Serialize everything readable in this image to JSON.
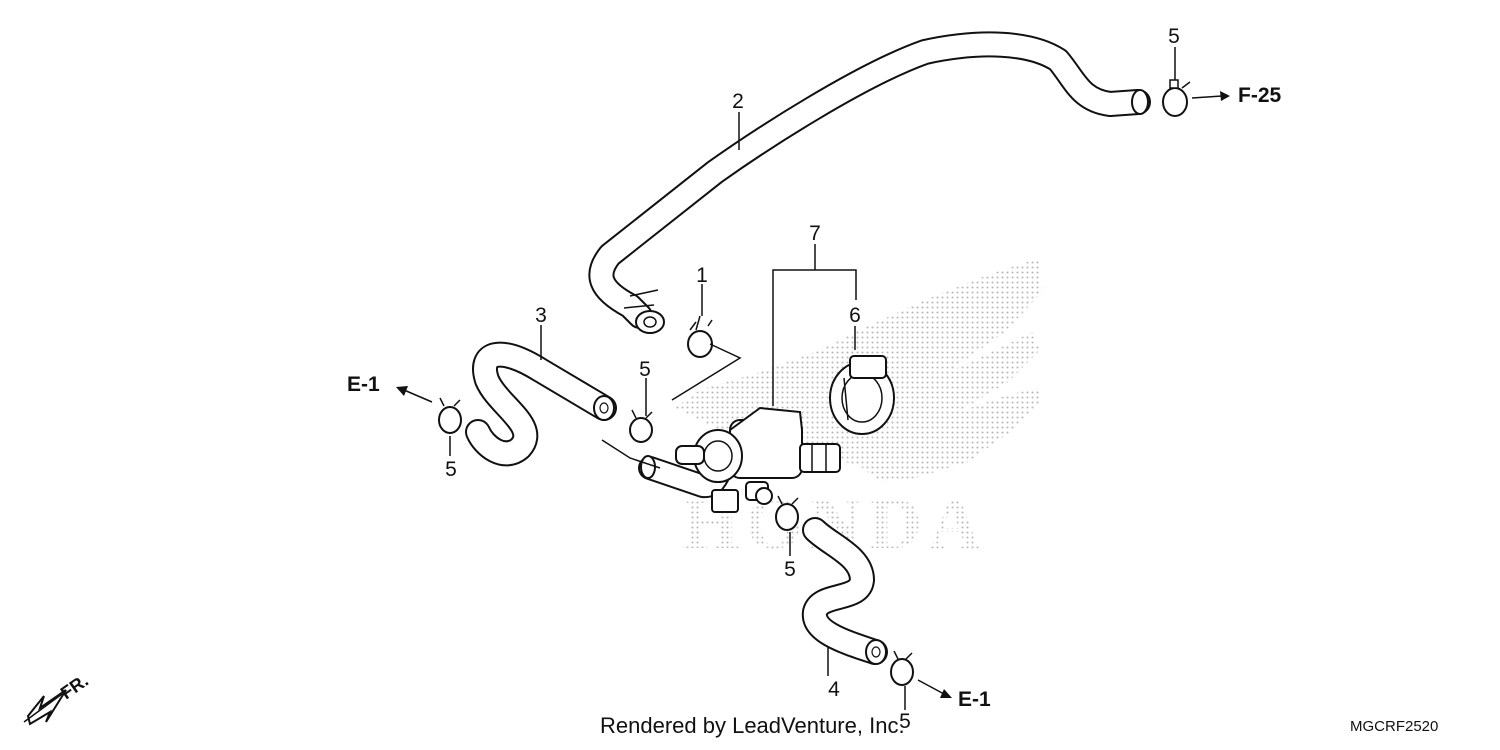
{
  "callouts": {
    "c1": "1",
    "c2": "2",
    "c3": "3",
    "c4": "4",
    "c5_top": "5",
    "c5_left": "5",
    "c5_mid": "5",
    "c5_center": "5",
    "c5_bottom": "5",
    "c6": "6",
    "c7": "7"
  },
  "references": {
    "top_right": "F-25",
    "left": "E-1",
    "bottom_right": "E-1"
  },
  "direction": {
    "label": "FR."
  },
  "watermark": {
    "text": "HONDA",
    "color": "#bdbdbd"
  },
  "footer": {
    "credit": "Rendered by LeadVenture, Inc.",
    "diagram_code": "MGCRF2520"
  }
}
